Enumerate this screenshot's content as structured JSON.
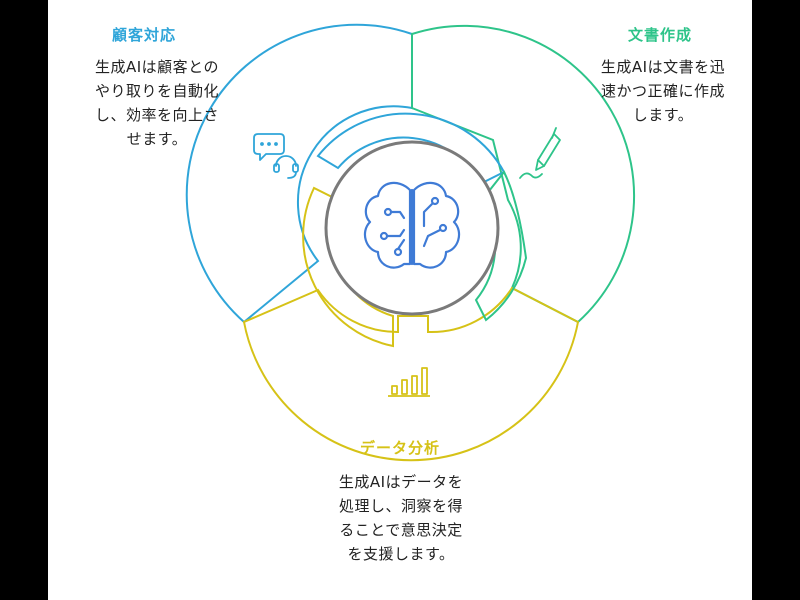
{
  "colors": {
    "customer": "#2fa5d9",
    "document": "#2ec48a",
    "data": "#d6c217",
    "center": "#7a7a7a",
    "brain": "#3f7bd6"
  },
  "segments": [
    {
      "id": "customer-support",
      "title": "顧客対応",
      "description": [
        "生成AIは顧客との",
        "やり取りを自動化",
        "し、効率を向上さ",
        "せます。"
      ],
      "icon": "chat-headset-icon"
    },
    {
      "id": "document-creation",
      "title": "文書作成",
      "description": [
        "生成AIは文書を迅",
        "速かつ正確に作成",
        "します。"
      ],
      "icon": "pen-icon"
    },
    {
      "id": "data-analysis",
      "title": "データ分析",
      "description": [
        "生成AIはデータを",
        "処理し、洞察を得",
        "ることで意思決定",
        "を支援します。"
      ],
      "icon": "bar-chart-icon"
    }
  ],
  "center_icon": "brain-circuit-icon"
}
